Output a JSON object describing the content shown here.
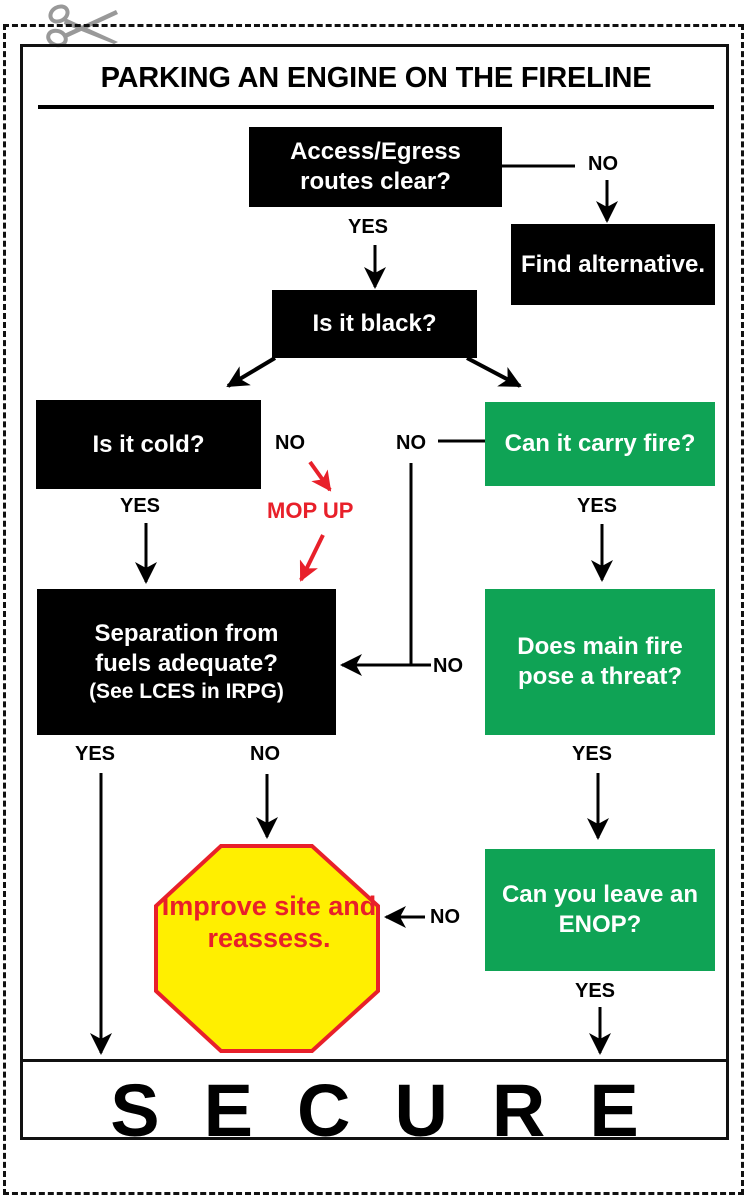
{
  "title": "PARKING AN ENGINE ON THE FIRELINE",
  "nodes": {
    "access": "Access/Egress routes clear?",
    "find_alt": "Find alternative.",
    "black": "Is it black?",
    "cold": "Is it cold?",
    "carry": "Can it carry fire?",
    "separation_line1": "Separation from",
    "separation_line2": "fuels adequate?",
    "separation_line3": "(See LCES in IRPG)",
    "threat": "Does main fire pose a threat?",
    "enop": "Can you leave an ENOP?",
    "improve": "Improve site and reassess.",
    "secure": "SECURE"
  },
  "labels": {
    "yes": "YES",
    "no": "NO",
    "mop_up": "MOP UP"
  },
  "colors": {
    "green": "#0fa355",
    "red": "#e8202a",
    "yellow": "#ffef00",
    "black": "#000000"
  },
  "icons": {
    "scissors": "scissors-icon"
  }
}
